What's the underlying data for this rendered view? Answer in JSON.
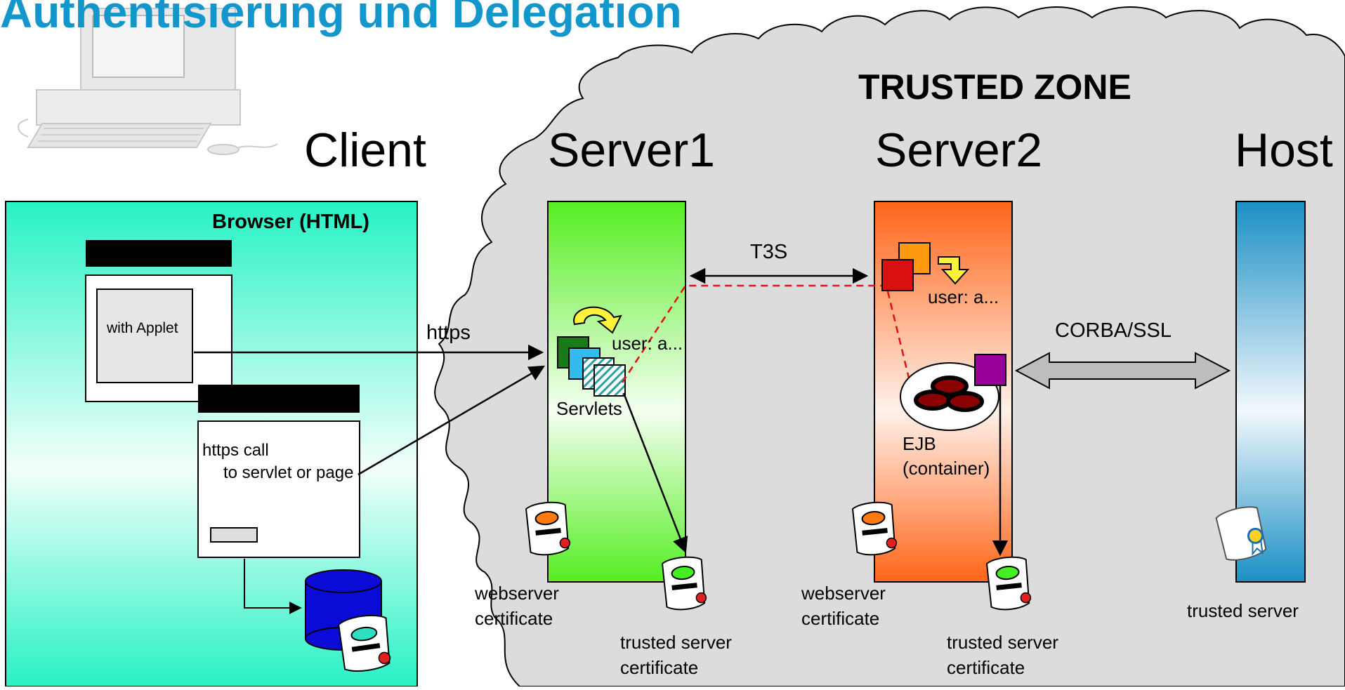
{
  "title": "Authentisierung und Delegation",
  "zone_label": "TRUSTED ZONE",
  "columns": {
    "client": "Client",
    "server1": "Server1",
    "server2": "Server2",
    "host": "Host"
  },
  "browser": {
    "label": "Browser (HTML)",
    "applet_label": "with Applet",
    "page_label_line1": "https call",
    "page_label_line2": "to servlet or page"
  },
  "protocols": {
    "https": "https",
    "t3s": "T3S",
    "corba": "CORBA/SSL"
  },
  "server1": {
    "user_label": "user: a...",
    "servlets_label": "Servlets",
    "webserver_cert_line1": "webserver",
    "webserver_cert_line2": "certificate",
    "trusted_cert_line1": "trusted server",
    "trusted_cert_line2": "certificate"
  },
  "server2": {
    "user_label": "user: a...",
    "ejb_line1": "EJB",
    "ejb_line2": "(container)",
    "webserver_cert_line1": "webserver",
    "webserver_cert_line2": "certificate",
    "trusted_cert_line1": "trusted server",
    "trusted_cert_line2": "certificate"
  },
  "host": {
    "trusted_label": "trusted server"
  },
  "colors": {
    "title": "#1396cb",
    "zone_fill": "#dcdcdc",
    "browser_top": "#5ef0c8",
    "server1_top": "#66ee33",
    "server2_top": "#ff6a22",
    "host_top": "#2a96c8",
    "dashed_line": "#e01010"
  }
}
